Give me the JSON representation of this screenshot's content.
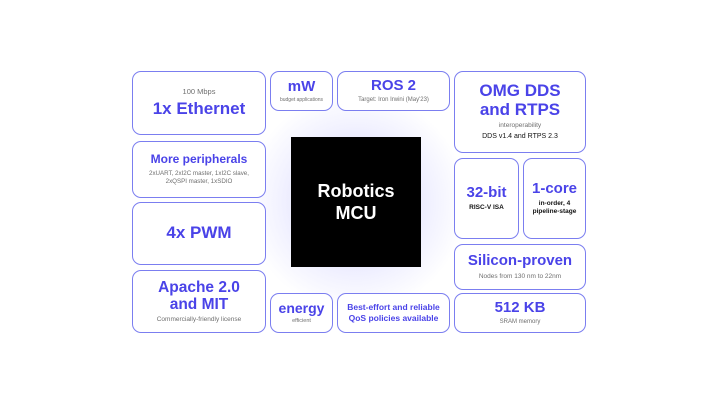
{
  "chip": {
    "line1": "Robotics",
    "line2": "MCU"
  },
  "colors": {
    "accent": "#4a43e8",
    "border": "#7b7ef0",
    "chip": "#000000"
  },
  "features": {
    "ethernet": {
      "caption": "100 Mbps",
      "title": "1x Ethernet"
    },
    "power": {
      "title": "mW",
      "caption": "budget applications"
    },
    "ros": {
      "title": "ROS 2",
      "caption": "Target: Iron Irwini (May'23)"
    },
    "dds": {
      "title_line1": "OMG DDS",
      "title_line2": "and RTPS",
      "caption": "interoperability",
      "detail": "DDS v1.4 and RTPS 2.3"
    },
    "peripherals": {
      "title": "More peripherals",
      "caption_line1": "2xUART, 2xI2C master, 1xI2C slave,",
      "caption_line2": "2xQSPI master, 1xSDIO"
    },
    "bits": {
      "title": "32-bit",
      "caption": "RISC-V ISA"
    },
    "core": {
      "title": "1-core",
      "caption_line1": "in-order, 4",
      "caption_line2": "pipeline-stage"
    },
    "pwm": {
      "title": "4x PWM"
    },
    "silicon": {
      "title": "Silicon-proven",
      "caption": "Nodes from 130 nm to 22nm"
    },
    "license": {
      "title_line1": "Apache 2.0",
      "title_line2": "and MIT",
      "caption": "Commercially-friendly license"
    },
    "energy": {
      "title": "energy",
      "caption": "efficient"
    },
    "qos": {
      "line1": "Best-effort and reliable",
      "line2": "QoS policies available"
    },
    "sram": {
      "title": "512 KB",
      "caption": "SRAM memory"
    }
  }
}
